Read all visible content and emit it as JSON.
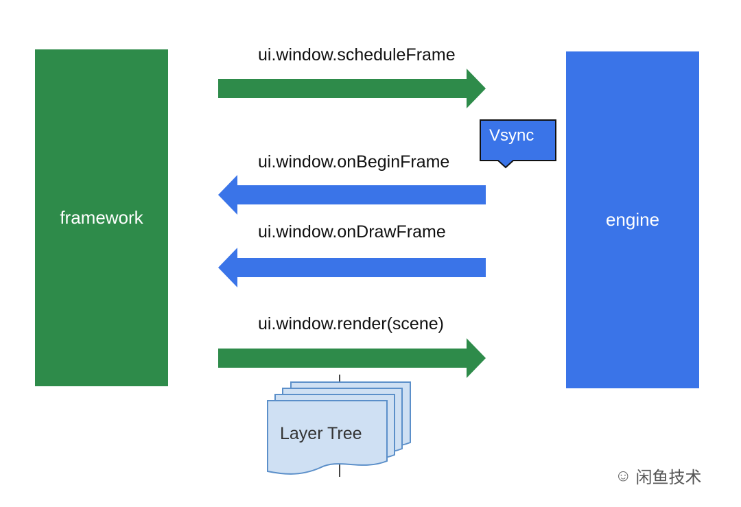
{
  "colors": {
    "framework": "#2e8b4a",
    "engine": "#3a74e8",
    "green_arrow": "#2e8b4a",
    "blue_arrow": "#3a74e8",
    "vsync_bg": "#3a74e8",
    "layer_tree_fill": "#cfe0f3",
    "layer_tree_stroke": "#5b8fc9"
  },
  "framework": {
    "label": "framework"
  },
  "engine": {
    "label": "engine"
  },
  "arrows": [
    {
      "label": "ui.window.scheduleFrame",
      "direction": "right",
      "color": "green"
    },
    {
      "label": "ui.window.onBeginFrame",
      "direction": "left",
      "color": "blue"
    },
    {
      "label": "ui.window.onDrawFrame",
      "direction": "left",
      "color": "blue"
    },
    {
      "label": "ui.window.render(scene)",
      "direction": "right",
      "color": "green"
    }
  ],
  "vsync": {
    "label": "Vsync"
  },
  "layer_tree": {
    "label": "Layer Tree"
  },
  "watermark": {
    "label": "闲鱼技术",
    "icon": "wechat-icon"
  }
}
